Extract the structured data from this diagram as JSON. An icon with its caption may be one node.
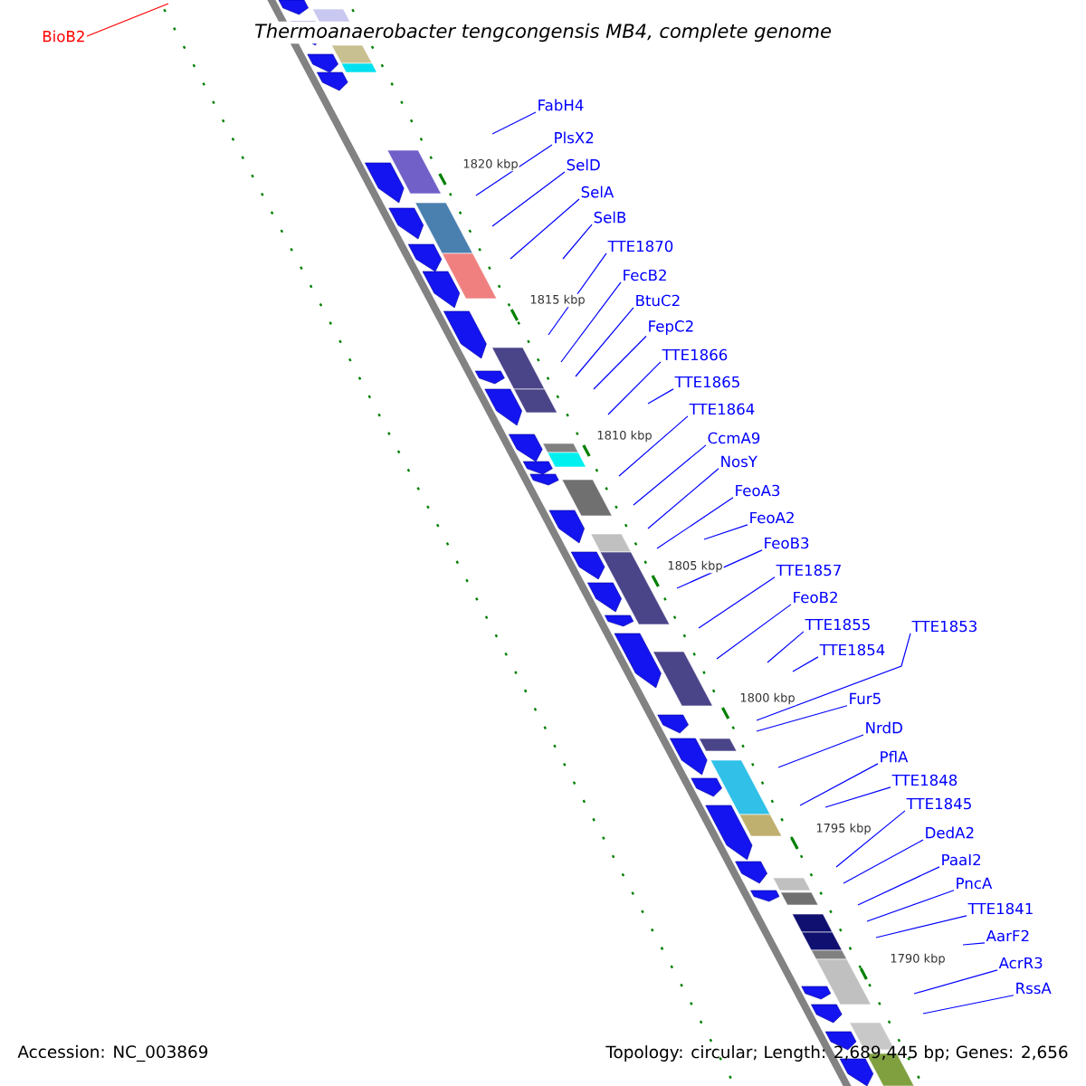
{
  "diagram": {
    "title": "Thermoanaerobacter tengcongensis MB4, complete genome",
    "nodes": [
      {
        "text": [
          "BioB2"
        ]
      },
      {
        "text": [
          "FabH4"
        ]
      },
      {
        "text": [
          "PlsX2"
        ]
      },
      {
        "text": [
          "SelD"
        ]
      },
      {
        "text": [
          "SelA"
        ]
      },
      {
        "text": [
          "SelB"
        ]
      },
      {
        "text": [
          "TTE1870"
        ]
      },
      {
        "text": [
          "FecB2"
        ]
      },
      {
        "text": [
          "BtuC2"
        ]
      },
      {
        "text": [
          "FepC2"
        ]
      },
      {
        "text": [
          "TTE1866"
        ]
      },
      {
        "text": [
          "TTE1865"
        ]
      },
      {
        "text": [
          "TTE1864"
        ]
      },
      {
        "text": [
          "CcmA9"
        ]
      },
      {
        "text": [
          "NosY"
        ]
      },
      {
        "text": [
          "FeoA3"
        ]
      },
      {
        "text": [
          "FeoA2"
        ]
      },
      {
        "text": [
          "FeoB3"
        ]
      },
      {
        "text": [
          "TTE1857"
        ]
      },
      {
        "text": [
          "FeoB2"
        ]
      },
      {
        "text": [
          "TTE1855"
        ]
      },
      {
        "text": [
          "TTE1854"
        ]
      },
      {
        "text": [
          "TTE1853"
        ]
      },
      {
        "text": [
          "Fur5"
        ]
      },
      {
        "text": [
          "NrdD"
        ]
      },
      {
        "text": [
          "PflA"
        ]
      },
      {
        "text": [
          "TTE1848"
        ]
      },
      {
        "text": [
          "TTE1845"
        ]
      },
      {
        "text": [
          "DedA2"
        ]
      },
      {
        "text": [
          "PaaI2"
        ]
      },
      {
        "text": [
          "PncA"
        ]
      },
      {
        "text": [
          "TTE1841"
        ]
      },
      {
        "text": [
          "AarF2"
        ]
      },
      {
        "text": [
          "AcrR3"
        ]
      },
      {
        "text": [
          "RssA"
        ]
      }
    ],
    "edges": [
      {
        "from": 0,
        "to": null,
        "arrow": "none",
        "color": "#ff0000"
      },
      {
        "from": 1,
        "to": null,
        "arrow": "none"
      },
      {
        "from": 2,
        "to": null,
        "arrow": "none"
      },
      {
        "from": 3,
        "to": null,
        "arrow": "none"
      },
      {
        "from": 4,
        "to": null,
        "arrow": "none"
      },
      {
        "from": 5,
        "to": null,
        "arrow": "none"
      },
      {
        "from": 6,
        "to": null,
        "arrow": "none"
      },
      {
        "from": 7,
        "to": null,
        "arrow": "none"
      },
      {
        "from": 8,
        "to": null,
        "arrow": "none"
      },
      {
        "from": 9,
        "to": null,
        "arrow": "none"
      },
      {
        "from": 10,
        "to": null,
        "arrow": "none"
      },
      {
        "from": 11,
        "to": null,
        "arrow": "none"
      },
      {
        "from": 12,
        "to": null,
        "arrow": "none"
      },
      {
        "from": 13,
        "to": null,
        "arrow": "none"
      },
      {
        "from": 14,
        "to": null,
        "arrow": "none"
      },
      {
        "from": 15,
        "to": null,
        "arrow": "none"
      },
      {
        "from": 16,
        "to": null,
        "arrow": "none"
      },
      {
        "from": 17,
        "to": null,
        "arrow": "none"
      },
      {
        "from": 18,
        "to": null,
        "arrow": "none"
      },
      {
        "from": 19,
        "to": null,
        "arrow": "none"
      },
      {
        "from": 20,
        "to": null,
        "arrow": "none"
      },
      {
        "from": 21,
        "to": null,
        "arrow": "none"
      },
      {
        "from": 22,
        "to": null,
        "arrow": "none"
      },
      {
        "from": 23,
        "to": null,
        "arrow": "none"
      },
      {
        "from": 24,
        "to": null,
        "arrow": "none"
      },
      {
        "from": 25,
        "to": null,
        "arrow": "none"
      },
      {
        "from": 26,
        "to": null,
        "arrow": "none"
      },
      {
        "from": 27,
        "to": null,
        "arrow": "none"
      },
      {
        "from": 28,
        "to": null,
        "arrow": "none"
      },
      {
        "from": 29,
        "to": null,
        "arrow": "none"
      },
      {
        "from": 30,
        "to": null,
        "arrow": "none"
      },
      {
        "from": 31,
        "to": null,
        "arrow": "none"
      },
      {
        "from": 32,
        "to": null,
        "arrow": "none"
      },
      {
        "from": 33,
        "to": null,
        "arrow": "none"
      },
      {
        "from": 34,
        "to": null,
        "arrow": "none"
      }
    ],
    "labels": [
      "1820 kbp",
      "1815 kbp",
      "1810 kbp",
      "1805 kbp",
      "1800 kbp",
      "1795 kbp",
      "1790 kbp",
      "Accession: NC_003869",
      "Topology: circular; Length: 2,689,445 bp; Genes: 2,656"
    ]
  }
}
